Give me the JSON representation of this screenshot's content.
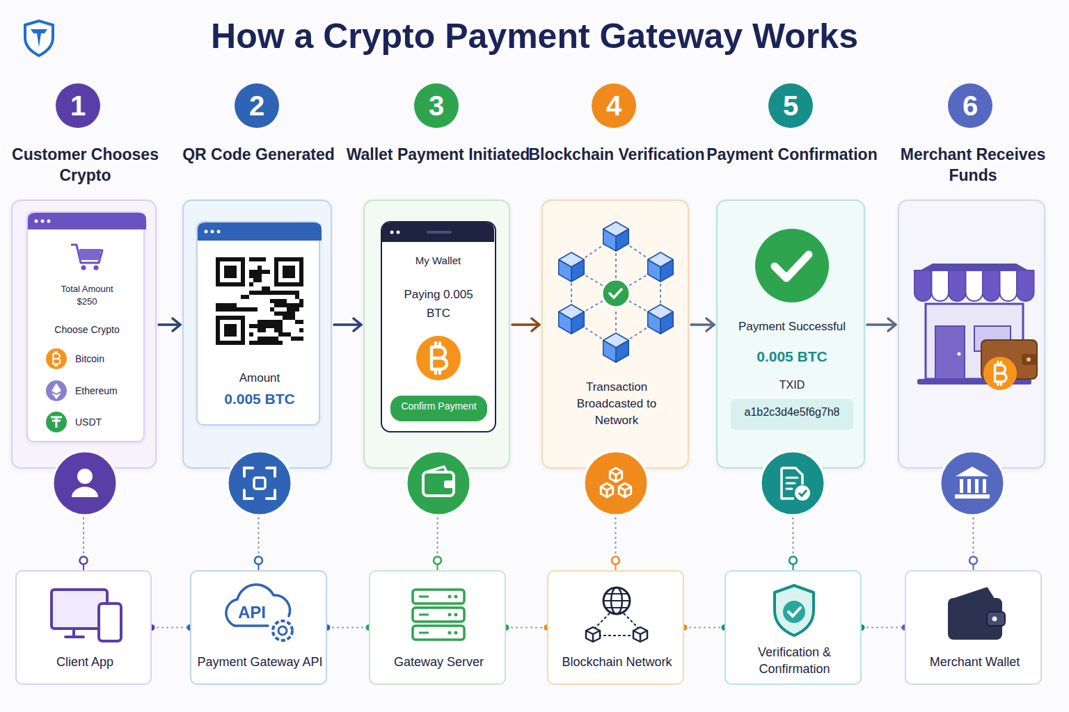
{
  "diagram": {
    "title": "How a Crypto Payment Gateway Works",
    "nodes": [
      {
        "text": [
          "1"
        ]
      },
      {
        "text": [
          "Customer Chooses Crypto"
        ]
      },
      {
        "text": [
          "Total Amount $250",
          "Choose Crypto",
          "Bitcoin",
          "Ethereum",
          "USDT"
        ],
        "in": 1
      },
      {
        "text": [
          "2"
        ]
      },
      {
        "text": [
          "QR Code Generated"
        ]
      },
      {
        "text": [
          "Amount",
          "0.005 BTC"
        ],
        "in": 4
      },
      {
        "text": [
          "3"
        ]
      },
      {
        "text": [
          "Wallet Payment Initiated"
        ]
      },
      {
        "text": [
          "My Wallet",
          "Paying 0.005 BTC"
        ],
        "in": 7
      },
      {
        "text": [
          "Confirm Payment"
        ],
        "in": 8
      },
      {
        "text": [
          "4"
        ]
      },
      {
        "text": [
          "Blockchain Verification",
          "Transaction Broadcasted to Network"
        ]
      },
      {
        "text": [
          "5"
        ]
      },
      {
        "text": [
          "Payment Confirmation",
          "Payment Successful",
          "0.005 BTC",
          "TXID"
        ]
      },
      {
        "text": [
          "a1b2c3d4e5f6g7h8"
        ],
        "in": 13
      },
      {
        "text": [
          "6"
        ]
      },
      {
        "text": [
          "Merchant Receives Funds"
        ]
      },
      {
        "text": [
          "Client App"
        ]
      },
      {
        "text": [
          "Payment Gateway API"
        ]
      },
      {
        "text": [
          "Gateway Server"
        ]
      },
      {
        "text": [
          "Blockchain Network"
        ]
      },
      {
        "text": [
          "Verification & Confirmation"
        ]
      },
      {
        "text": [
          "Merchant Wallet"
        ]
      }
    ],
    "edges": [
      {
        "from": 1,
        "to": 4,
        "arrow": "to"
      },
      {
        "from": 4,
        "to": 7,
        "arrow": "to"
      },
      {
        "from": 7,
        "to": 11,
        "arrow": "to"
      },
      {
        "from": 11,
        "to": 13,
        "arrow": "to"
      },
      {
        "from": 13,
        "to": 16,
        "arrow": "to"
      },
      {
        "from": 1,
        "to": 17,
        "arrow": "none"
      },
      {
        "from": 4,
        "to": 18,
        "arrow": "none"
      },
      {
        "from": 7,
        "to": 19,
        "arrow": "none"
      },
      {
        "from": 11,
        "to": 20,
        "arrow": "none"
      },
      {
        "from": 13,
        "to": 21,
        "arrow": "none"
      },
      {
        "from": 16,
        "to": 22,
        "arrow": "none"
      },
      {
        "from": 17,
        "to": 18,
        "arrow": "none"
      },
      {
        "from": 18,
        "to": 19,
        "arrow": "none"
      },
      {
        "from": 19,
        "to": 20,
        "arrow": "none"
      },
      {
        "from": 20,
        "to": 21,
        "arrow": "none"
      },
      {
        "from": 21,
        "to": 22,
        "arrow": "none"
      }
    ],
    "labels": [
      "API"
    ]
  }
}
